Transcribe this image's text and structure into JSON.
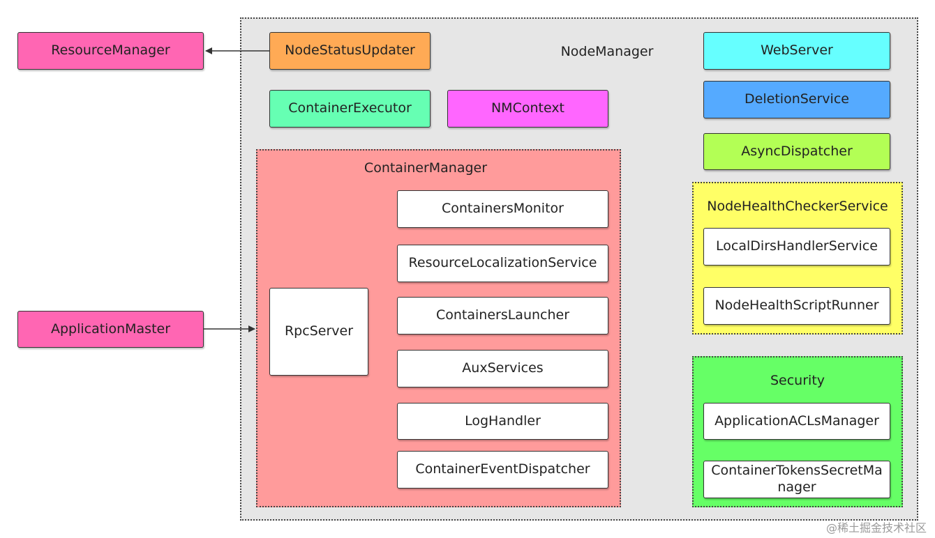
{
  "external": {
    "resource_manager": "ResourceManager",
    "application_master": "ApplicationMaster"
  },
  "node_manager": {
    "title": "NodeManager",
    "node_status_updater": "NodeStatusUpdater",
    "container_executor": "ContainerExecutor",
    "nm_context": "NMContext",
    "web_server": "WebServer",
    "deletion_service": "DeletionService",
    "async_dispatcher": "AsyncDispatcher"
  },
  "container_manager": {
    "title": "ContainerManager",
    "rpc_server": "RpcServer",
    "items": [
      "ContainersMonitor",
      "ResourceLocalizationService",
      "ContainersLauncher",
      "AuxServices",
      "LogHandler",
      "ContainerEventDispatcher"
    ]
  },
  "node_health": {
    "title": "NodeHealthCheckerService",
    "local_dirs": "LocalDirsHandlerService",
    "script_runner": "NodeHealthScriptRunner"
  },
  "security": {
    "title": "Security",
    "acls_manager": "ApplicationACLsManager",
    "tokens_manager": "ContainerTokensSecretManager"
  },
  "watermark": "@稀土掘金技术社区",
  "colors": {
    "resource_manager": "#ff66b3",
    "application_master": "#ff66b3",
    "node_status_updater": "#ffaa55",
    "container_executor": "#66ffb3",
    "nm_context": "#ff66ff",
    "web_server": "#66ffff",
    "deletion_service": "#55aaff",
    "async_dispatcher": "#b3ff55",
    "container_manager": "#ff9b9b",
    "node_health": "#ffff66",
    "security": "#66ff66",
    "node_manager": "#e6e6e6"
  }
}
